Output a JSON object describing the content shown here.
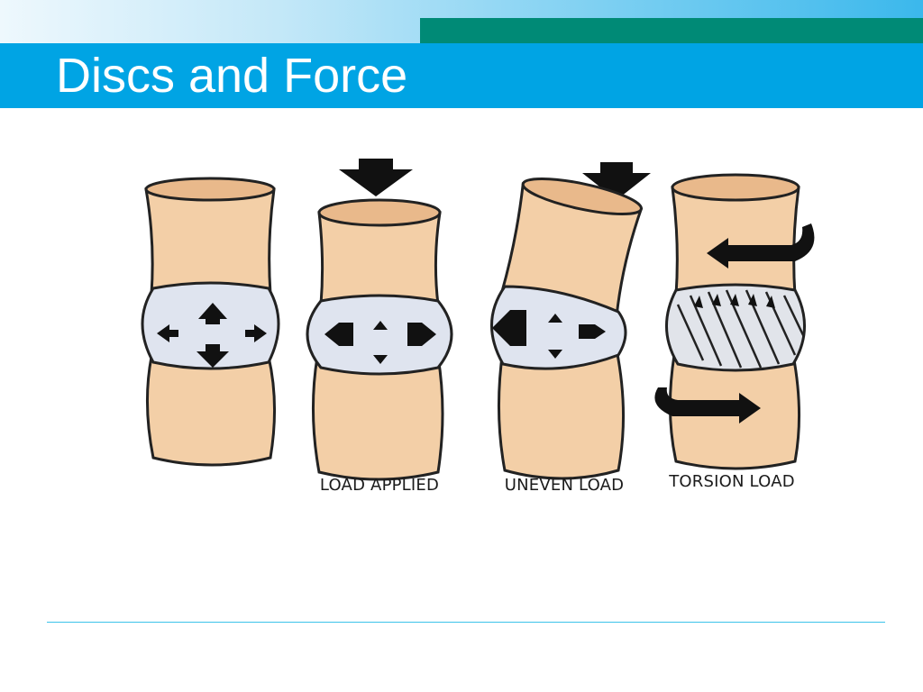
{
  "slide": {
    "title": "Discs and Force"
  },
  "figure": {
    "panels": [
      {
        "name": "neutral",
        "caption": ""
      },
      {
        "name": "load-applied",
        "caption": "LOAD APPLIED"
      },
      {
        "name": "uneven-load",
        "caption": "UNEVEN LOAD"
      },
      {
        "name": "torsion-load",
        "caption": "TORSION LOAD"
      }
    ]
  },
  "colors": {
    "title_band": "#00a4e4",
    "top_accent": "#008a76",
    "vertebra": "#f3cfa7",
    "vertebra_top": "#e9b98b",
    "disc": "#dfe4ef",
    "rule": "#3cc3ea"
  },
  "icons": [
    "arrow-up-icon",
    "arrow-down-icon",
    "arrow-left-icon",
    "arrow-right-icon",
    "compression-arrow-icon",
    "rotation-arrow-icon"
  ]
}
